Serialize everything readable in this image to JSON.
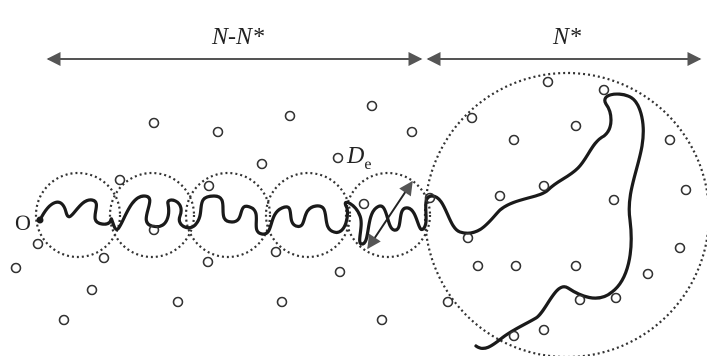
{
  "labels": {
    "left_segment": "N-N*",
    "right_segment": "N*",
    "blob_diameter_symbol": "D",
    "blob_diameter_subscript": "e",
    "origin": "O"
  },
  "colors": {
    "line": "#1a1a1a",
    "arrow": "#555555",
    "dots": "#333333"
  },
  "counts": {
    "small_blobs": 5,
    "large_blob": 1
  }
}
